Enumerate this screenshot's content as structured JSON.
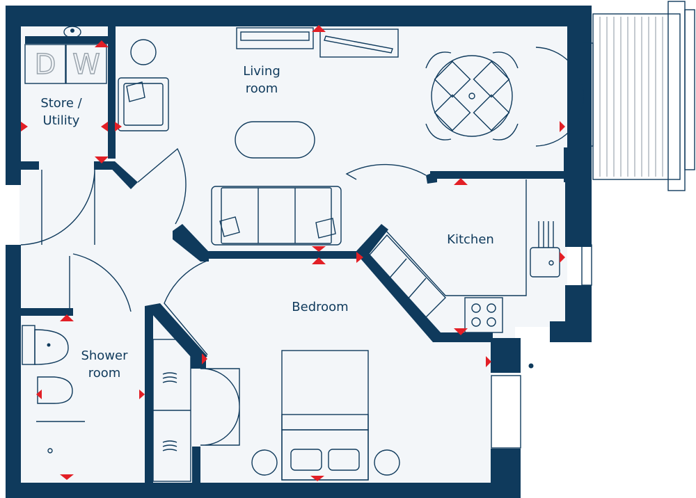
{
  "rooms": {
    "living": {
      "line1": "Living",
      "line2": "room"
    },
    "store": {
      "line1": "Store /",
      "line2": "Utility"
    },
    "kitchen": {
      "line1": "Kitchen"
    },
    "bedroom": {
      "line1": "Bedroom"
    },
    "shower": {
      "line1": "Shower",
      "line2": "room"
    }
  },
  "appliances": {
    "dishwasher_d": "D",
    "dishwasher_w": "W"
  },
  "colors": {
    "wall": "#0f3a5c",
    "floor": "#f3f6f9",
    "marker": "#e21f26",
    "appliance_text": "#9aa4ad"
  }
}
